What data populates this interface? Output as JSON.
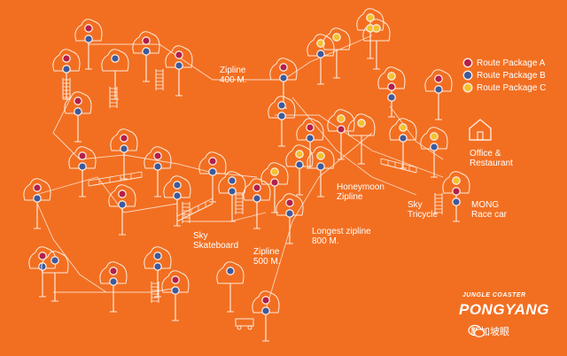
{
  "legend": [
    {
      "label": "Route Package A",
      "color": "#b3204b"
    },
    {
      "label": "Route Package B",
      "color": "#3d5a9e"
    },
    {
      "label": "Route Package C",
      "color": "#f2c230"
    }
  ],
  "labels": {
    "zipline_400": "Zipline\n400 M.",
    "honeymoon": "Honeymoon\nZipline",
    "sky_tricycle": "Sky\nTricycle",
    "mong": "MONG\nRace car",
    "sky_skateboard": "Sky\nSkateboard",
    "zipline_500": "Zipline\n500 M.",
    "longest_zipline": "Longest zipline\n800 M.",
    "office": "Office &\nRestaurant"
  },
  "logo": {
    "small": "JUNGLE COASTER",
    "big": "PONGYANG"
  },
  "watermark": "新加坡眼",
  "colors": {
    "background": "#f26f21",
    "line": "#fde9d9",
    "a": "#b3204b",
    "b": "#3d5a9e",
    "c": "#f2c230"
  },
  "icons": [
    "tree-icon",
    "house-icon",
    "car-icon",
    "ladder-icon",
    "bridge-icon",
    "wechat-icon"
  ]
}
